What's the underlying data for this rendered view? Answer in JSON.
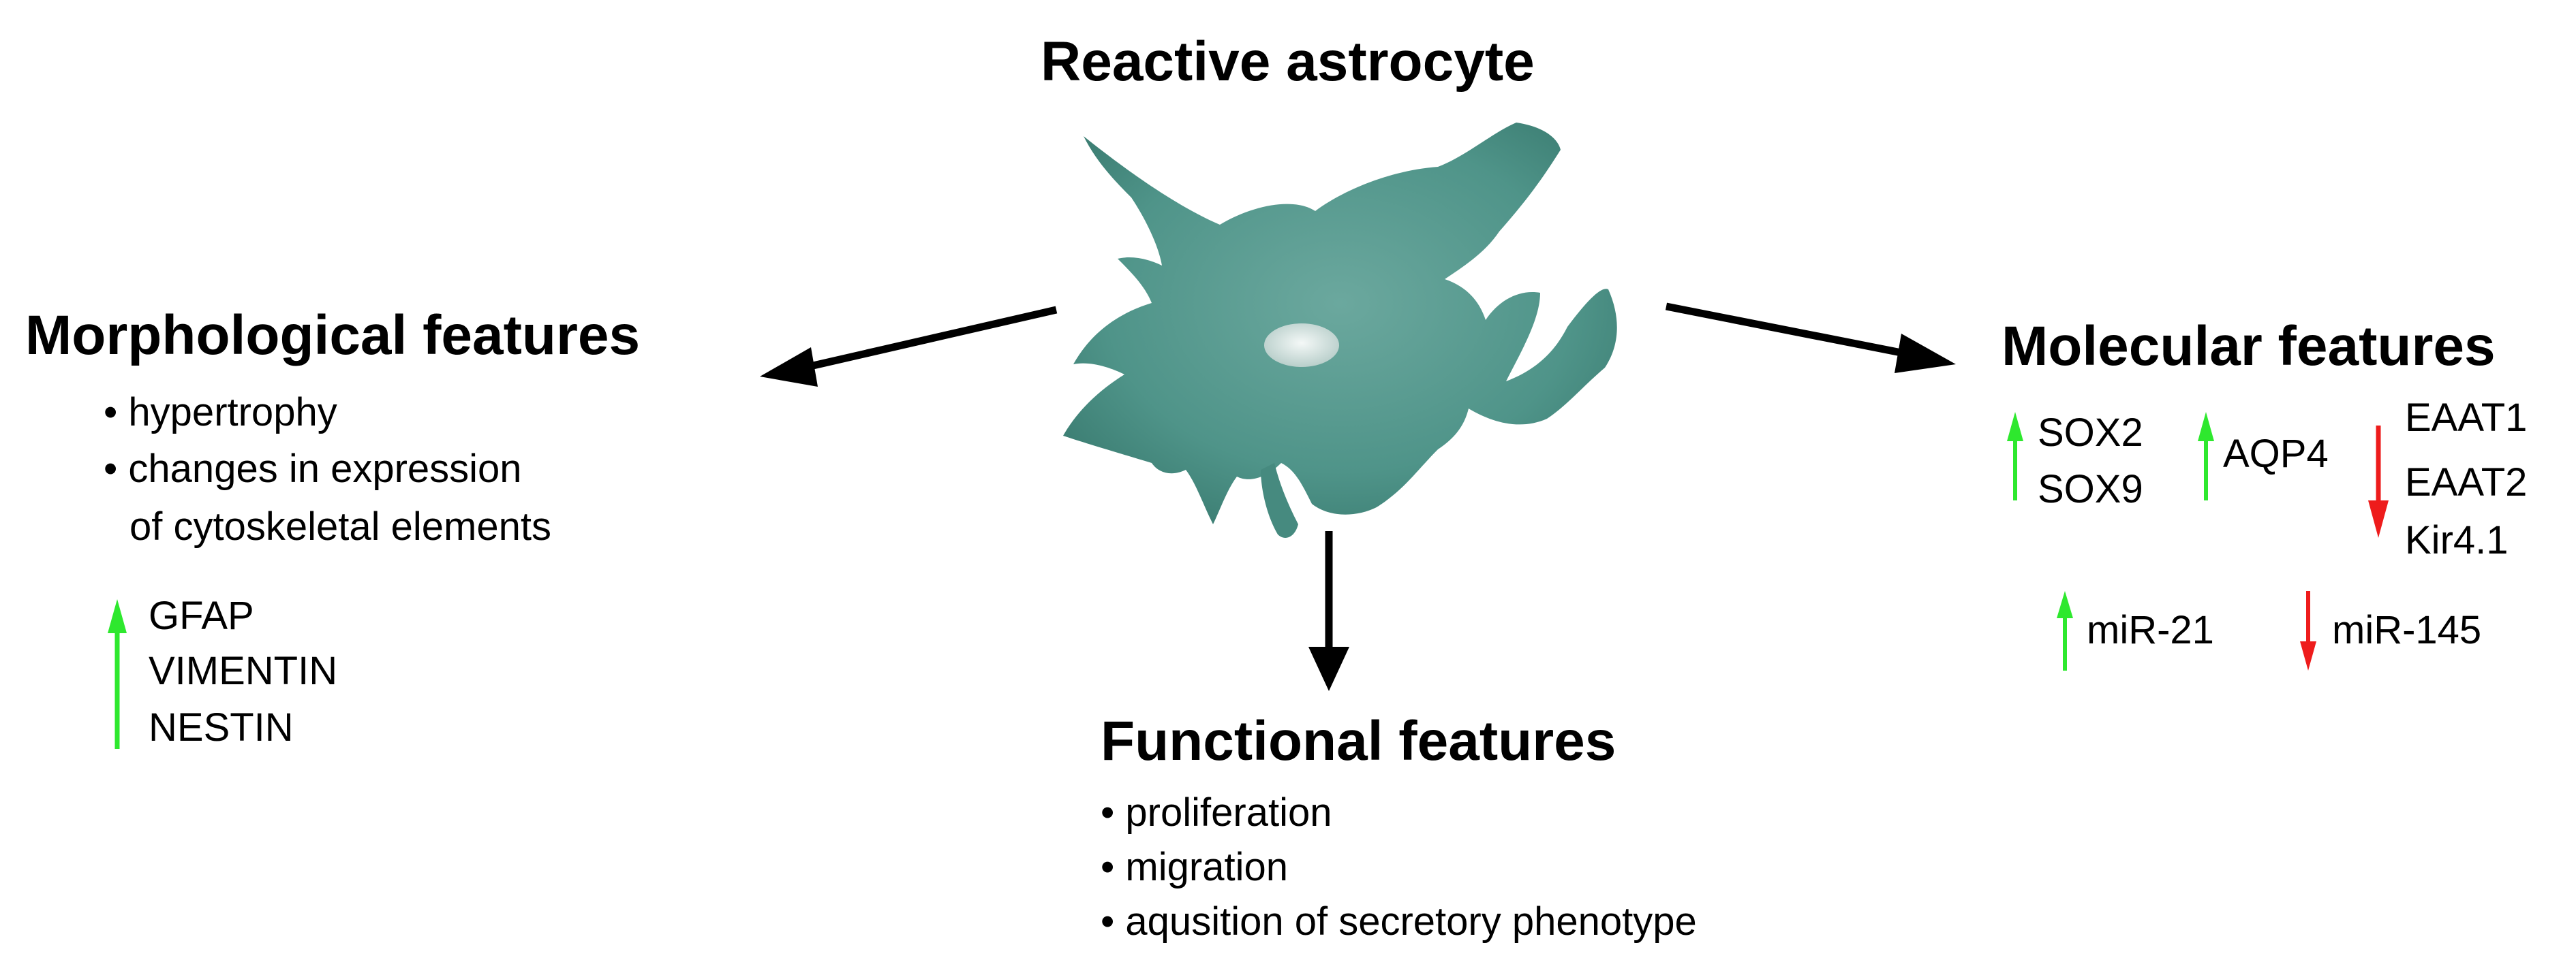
{
  "title": "Reactive astrocyte",
  "morphological": {
    "heading": "Morphological features",
    "bullets": [
      "• hypertrophy",
      "• changes in expression",
      "of cytoskeletal elements"
    ],
    "markers": [
      "GFAP",
      "VIMENTIN",
      "NESTIN"
    ]
  },
  "molecular": {
    "heading": "Molecular features",
    "up_group_1": [
      "SOX2",
      "SOX9"
    ],
    "up_group_2": "AQP4",
    "down_group": [
      "EAAT1",
      "EAAT2",
      "Kir4.1"
    ],
    "mirna_up": "miR-21",
    "mirna_down": "miR-145"
  },
  "functional": {
    "heading": "Functional features",
    "bullets": [
      "• proliferation",
      "• migration",
      "• aqusition of secretory phenotype"
    ]
  },
  "colors": {
    "cell_fill": "#4f9489",
    "cell_dark": "#3a7a70",
    "nucleus": "#d8e4e2",
    "up_arrow": "#2ee82e",
    "down_arrow": "#ee1c1c",
    "connector": "#000000"
  },
  "icons": {
    "up": "green-up-arrow-icon",
    "down": "red-down-arrow-icon"
  }
}
